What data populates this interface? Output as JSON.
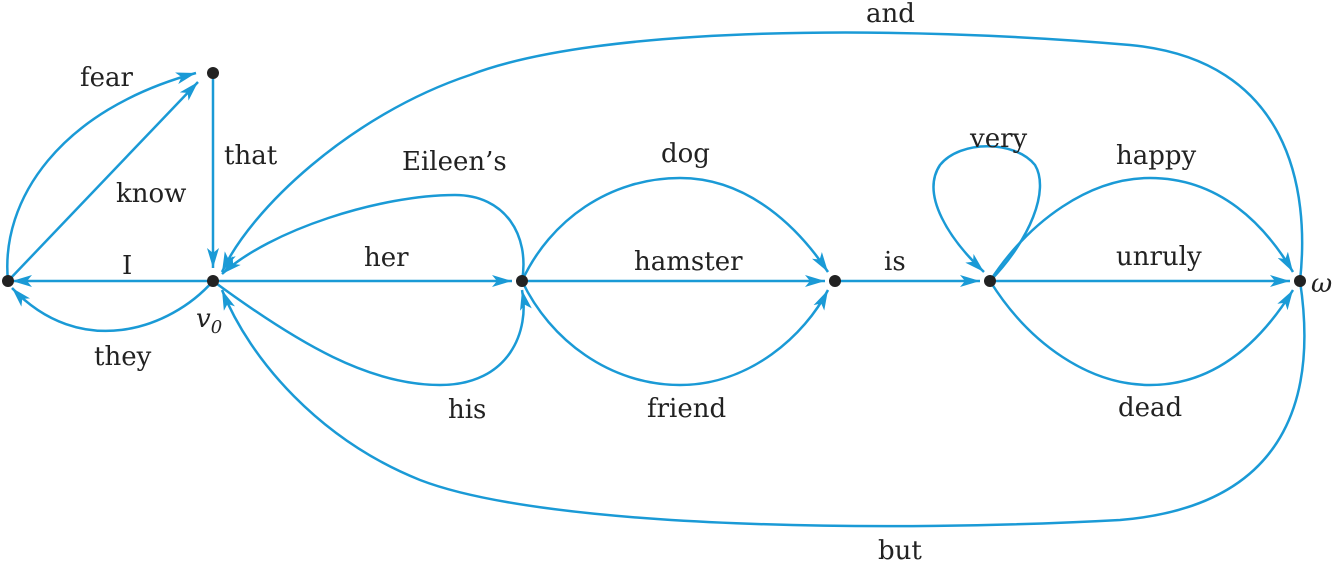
{
  "nodes": {
    "start_label": "v",
    "start_subscript": "0",
    "end_label": "ω"
  },
  "edge_labels": {
    "fear": "fear",
    "know": "know",
    "that": "that",
    "I": "I",
    "they": "they",
    "eileens": "Eileen’s",
    "her": "her",
    "his": "his",
    "dog": "dog",
    "hamster": "hamster",
    "friend": "friend",
    "is": "is",
    "very": "very",
    "happy": "happy",
    "unruly": "unruly",
    "dead": "dead",
    "and": "and",
    "but": "but"
  },
  "colors": {
    "edge": "#1a9ad6",
    "node": "#222222",
    "text": "#222222"
  }
}
